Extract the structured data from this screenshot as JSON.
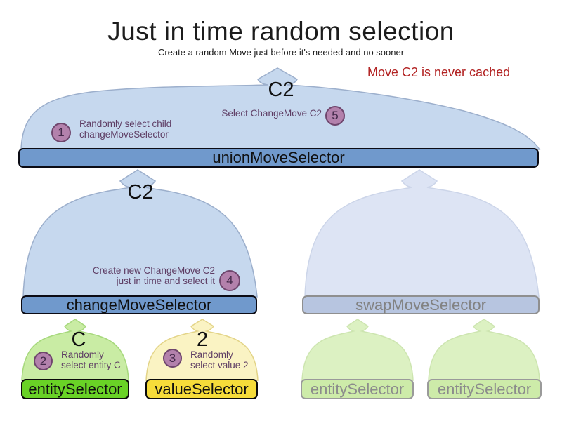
{
  "header": {
    "title": "Just in time random selection",
    "subtitle": "Create a random Move just before it's needed and no sooner"
  },
  "warning": "Move C2 is never cached",
  "selectors": {
    "union": "unionMoveSelector",
    "change": "changeMoveSelector",
    "swap": "swapMoveSelector",
    "entity": "entitySelector",
    "value": "valueSelector",
    "entity_faded_1": "entitySelector",
    "entity_faded_2": "entitySelector"
  },
  "outputs": {
    "union": "C2",
    "change": "C2",
    "entity": "C",
    "value": "2"
  },
  "steps": {
    "s1": {
      "num": "1",
      "lines": [
        "Randomly select child",
        "changeMoveSelector"
      ]
    },
    "s2": {
      "num": "2",
      "lines": [
        "Randomly",
        "select entity C"
      ]
    },
    "s3": {
      "num": "3",
      "lines": [
        "Randomly",
        "select value 2"
      ]
    },
    "s4": {
      "num": "4",
      "lines": [
        "Create new ChangeMove C2",
        "just in time and select it"
      ]
    },
    "s5": {
      "num": "5",
      "lines": [
        "Select ChangeMove C2"
      ]
    }
  },
  "colors": {
    "funnel_blue": "#c6d8ee",
    "funnel_blue_faded": "#dde4f4",
    "funnel_green": "#c9eca4",
    "funnel_green_faded": "#dcf1c2",
    "funnel_yellow": "#faf3c3",
    "bar_blue": "#7099cc",
    "bar_blue_faded": "#b7c5e0",
    "bar_green": "#69d226",
    "bar_green_faded": "#cdeba9",
    "bar_yellow": "#f6dc3a",
    "step_circle": "#b381ac",
    "step_circle_border": "#6f466d",
    "annotation_text": "#5e3d64",
    "warning_text": "#b22222"
  }
}
